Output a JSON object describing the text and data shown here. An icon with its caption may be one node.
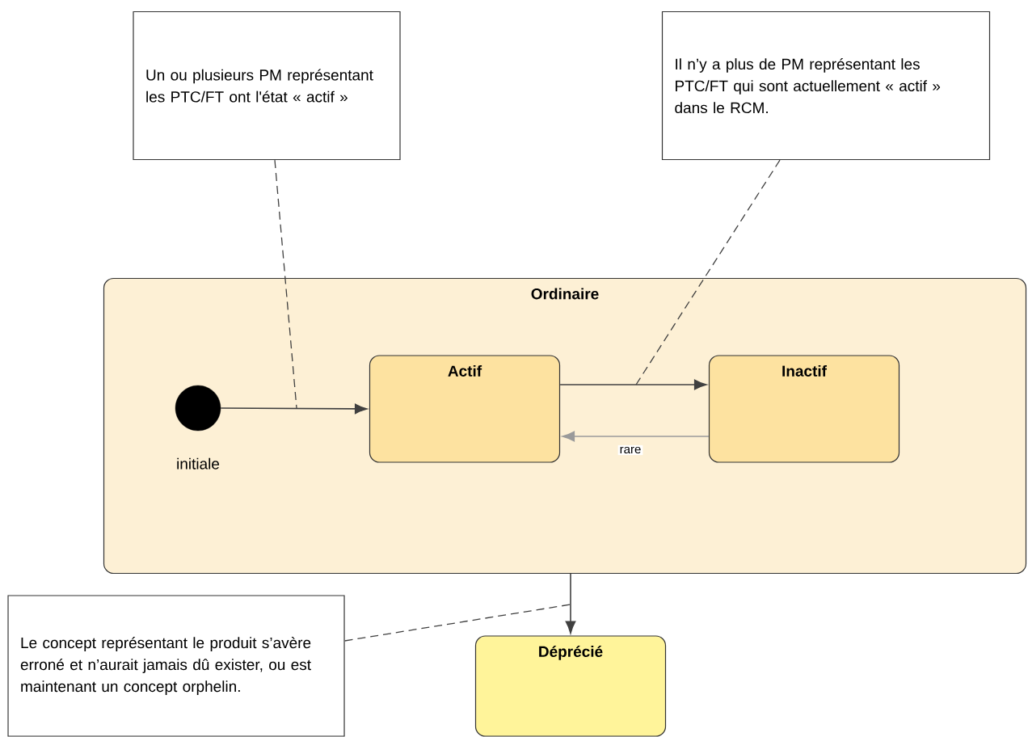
{
  "diagram": {
    "nodes": [
      {
        "text": [
          "Un ou plusieurs PM représentant les PTC/FT ont  l'état  « actif »"
        ]
      },
      {
        "text": [
          "Il n’y a plus de PM représentant les PTC/FT qui sont actuellement « actif » dans le RCM."
        ]
      },
      {
        "text": [
          "Ordinaire"
        ]
      },
      {
        "text": [],
        "shape": "circle",
        "in": 2,
        "beside": [
          "initiale"
        ]
      },
      {
        "text": [
          "Actif"
        ],
        "in": 2
      },
      {
        "text": [
          "Inactif"
        ],
        "in": 2
      },
      {
        "text": [
          "Le concept représentant le produit s’avère erroné et n’aurait jamais dû exister, ou est maintenant un concept orphelin."
        ]
      },
      {
        "text": [
          "Déprécié"
        ]
      }
    ],
    "edges": [
      {
        "from": 3,
        "to": 4,
        "arrow": "to"
      },
      {
        "from": 4,
        "to": 5,
        "arrow": "to"
      },
      {
        "from": 5,
        "to": 4,
        "arrow": "to",
        "label": "rare",
        "color": "#9a9a9a"
      },
      {
        "from": 2,
        "to": 7,
        "arrow": "to"
      },
      {
        "from": 0,
        "to": null,
        "arrow": "none",
        "style": "dashed"
      },
      {
        "from": 1,
        "to": null,
        "arrow": "none",
        "style": "dashed"
      },
      {
        "from": 6,
        "to": null,
        "arrow": "none",
        "style": "dashed"
      }
    ]
  }
}
